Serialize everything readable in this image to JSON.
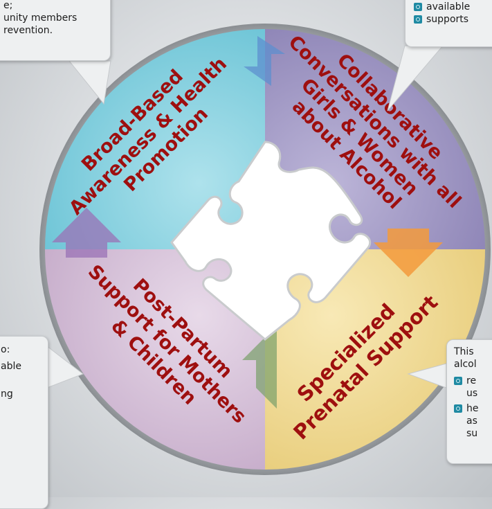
{
  "segments": [
    {
      "lines": [
        "Broad-Based",
        "Awareness & Health",
        "Promotion"
      ]
    },
    {
      "lines": [
        "Collaborative",
        "Conversations with all",
        "Girls & Women",
        "about Alcohol"
      ]
    },
    {
      "lines": [
        "Specialized",
        "Prenatal Support"
      ]
    },
    {
      "lines": [
        "Post-Partum",
        "Support for Mothers",
        "& Children"
      ]
    }
  ],
  "callouts": {
    "top_left": {
      "lines": [
        "e;",
        "unity members",
        "revention."
      ]
    },
    "top_right": {
      "bullets": [
        "available",
        "supports"
      ]
    },
    "left": {
      "lines": [
        "o:",
        "able",
        "ng"
      ]
    },
    "bottom_right": {
      "intro": [
        "This",
        "alcol"
      ],
      "bullets": [
        [
          "re",
          "us"
        ],
        [
          "he",
          "as",
          "su"
        ]
      ]
    }
  },
  "colors": {
    "segment_1": "#8fd4e1",
    "segment_2": "#a9a1c9",
    "segment_3": "#f2dc95",
    "segment_4": "#d8c3dd",
    "text": "#9e0f0f",
    "bullet": "#1f8aa3"
  }
}
